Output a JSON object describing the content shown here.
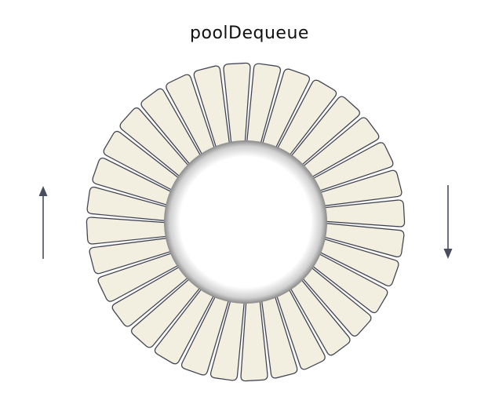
{
  "diagram": {
    "title": "poolDequeue",
    "slot_count": 32,
    "colors": {
      "slot_fill": "#f3efe0",
      "slot_stroke": "#3e4150",
      "arrow": "#4a4d60",
      "hole_shadow": "#7a7a7a"
    },
    "arrows": [
      {
        "name": "up-arrow",
        "direction": "up"
      },
      {
        "name": "down-arrow",
        "direction": "down"
      }
    ]
  }
}
